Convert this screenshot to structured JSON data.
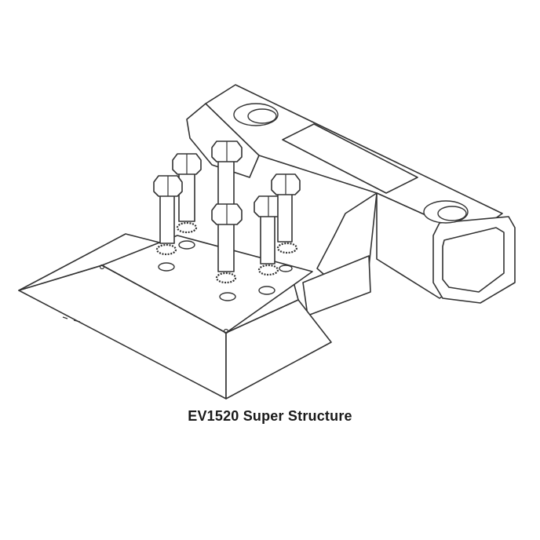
{
  "figure": {
    "caption": "EV1520 Super Structure"
  },
  "colors": {
    "line": "#333333",
    "background": "#ffffff",
    "caption_text": "#1a1a1a"
  },
  "parts": {
    "bolt_count": 5,
    "plate_hole_count": 5
  }
}
